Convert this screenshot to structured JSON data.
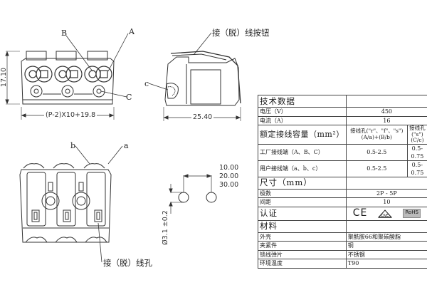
{
  "labels": {
    "front_view": {
      "a_upper": "A",
      "b_upper": "B",
      "c_upper": "C",
      "height_dim": "17.10",
      "width_dim": "(P-2)X10+19.8"
    },
    "side_view": {
      "button_label": "接（脱）线按钮",
      "c_lower": "c",
      "depth_dim": "25.40"
    },
    "bottom_view": {
      "a_lower": "a",
      "b_lower": "b",
      "hole_label": "接（脱）线孔"
    },
    "hole_pattern": {
      "pitch_1": "10.00",
      "pitch_2": "20.00",
      "pitch_3": "30.00",
      "diameter": "Ø3.1 ±0.2"
    }
  },
  "spec_table": {
    "tech_header": "技术数据",
    "voltage_label": "电压（V）",
    "voltage_value": "450",
    "current_label": "电流（A）",
    "current_value": "16",
    "capacity_label": "额定接线容量（mm²）",
    "capacity_col1_line1": "接线孔(\"r\"、\"f\"、\"s\")",
    "capacity_col1_line2": "(A/a)+(B/b)",
    "capacity_col2_line1": "接线孔(\"s\")",
    "capacity_col2_line2": "(C/c)",
    "factory_label": "工厂接线端（A、B、C）",
    "factory_col1": "0.5-2.5",
    "factory_col2": "0.5-0.75",
    "user_label": "用户接线端（a、b、c）",
    "user_col1": "0.5-2.5",
    "user_col2": "0.5-0.75",
    "size_header": "尺寸（mm）",
    "poles_label": "极数",
    "poles_value": "2P - 5P",
    "pitch_label": "间距",
    "pitch_value": "10",
    "cert_label": "认证",
    "cert_marks": [
      "ce-mark",
      "vde-mark",
      "rohs-mark"
    ],
    "ce_text": "CE",
    "rohs_text": "RoHS",
    "material_header": "材料",
    "housing_label": "外壳",
    "housing_value": "聚酰胺66和聚碳酸脂",
    "clamp_label": "夹紧件",
    "clamp_value": "铜",
    "spring_label": "锁线弹片",
    "spring_value": "不锈钢",
    "temp_label": "环境温度",
    "temp_value": "T90"
  }
}
